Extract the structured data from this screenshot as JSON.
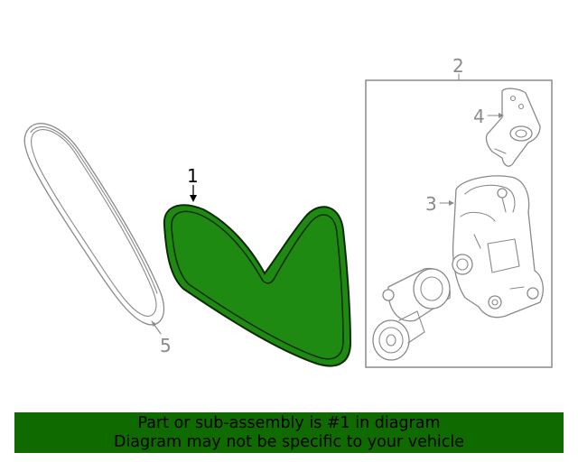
{
  "diagram": {
    "callouts": {
      "part_1": "1",
      "part_2": "2",
      "part_3": "3",
      "part_4": "4",
      "part_5": "5"
    },
    "highlight_color": "#1f8a11",
    "highlight_stroke": "#0c2a05",
    "line_color": "#8a8a8a"
  },
  "banner": {
    "line1": "Part or sub-assembly is #1 in diagram",
    "line2": "Diagram may not be specific to your vehicle",
    "background": "#0f6a00"
  }
}
